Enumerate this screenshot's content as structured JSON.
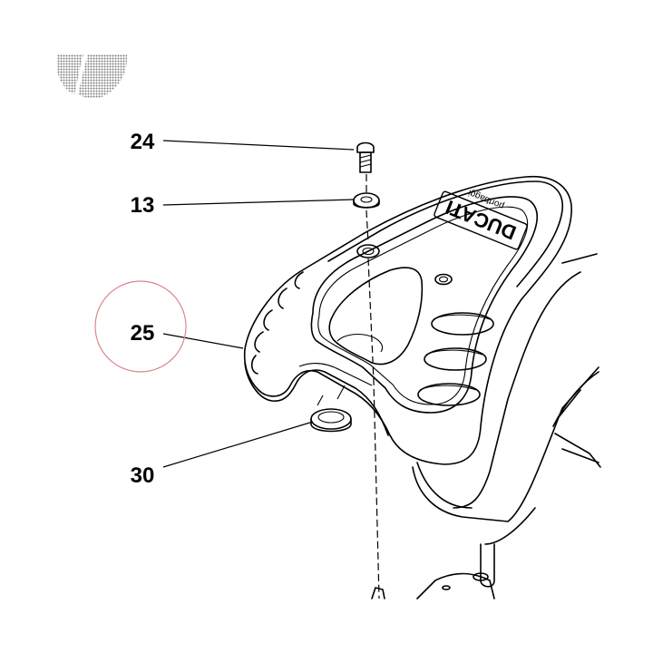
{
  "callouts": {
    "part_24": "24",
    "part_13": "13",
    "part_25": "25",
    "part_30": "30"
  },
  "logo": {
    "brand": "DUCATI",
    "tagline": "portbaggi"
  },
  "colors": {
    "highlight_circle": "#d9868c",
    "ink": "#000000",
    "background": "#ffffff",
    "badge_gray": "#8a8a8a"
  },
  "icons": {
    "corner_badge": "split-shield-icon"
  }
}
